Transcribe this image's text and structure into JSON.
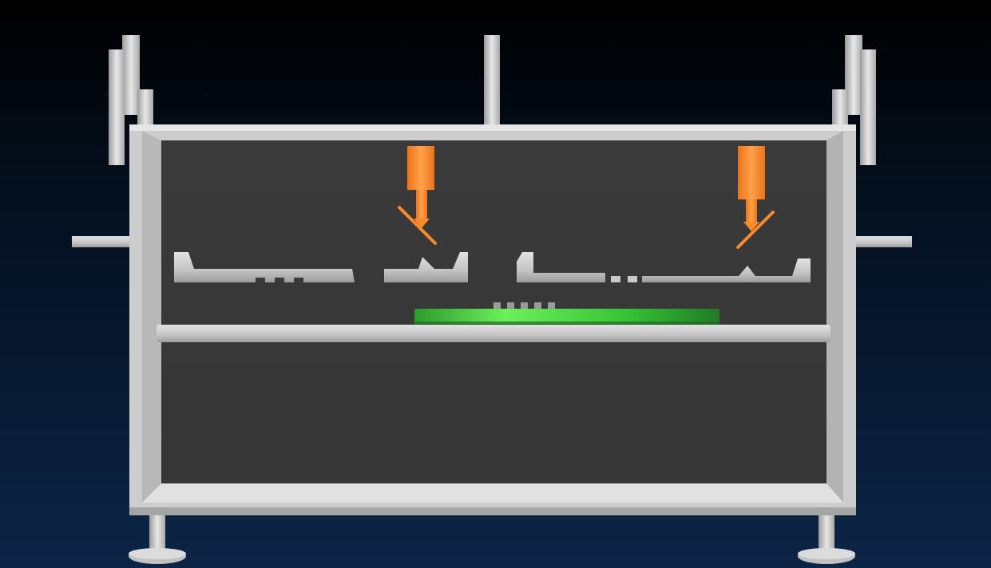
{
  "colors": {
    "background_top": "#000000",
    "background_bottom": "#0c2446",
    "frame_metal": "#cfcfcf",
    "chamber_interior": "#3b3b3b",
    "squeegee_orange": "#f78a2c",
    "pcb_green": "#3fd13f"
  },
  "parts": {
    "squeegee_heads": [
      "squeegee-left",
      "squeegee-right"
    ],
    "stencil_segments": 4,
    "pcb_pads": 5,
    "support_feet": 2
  }
}
